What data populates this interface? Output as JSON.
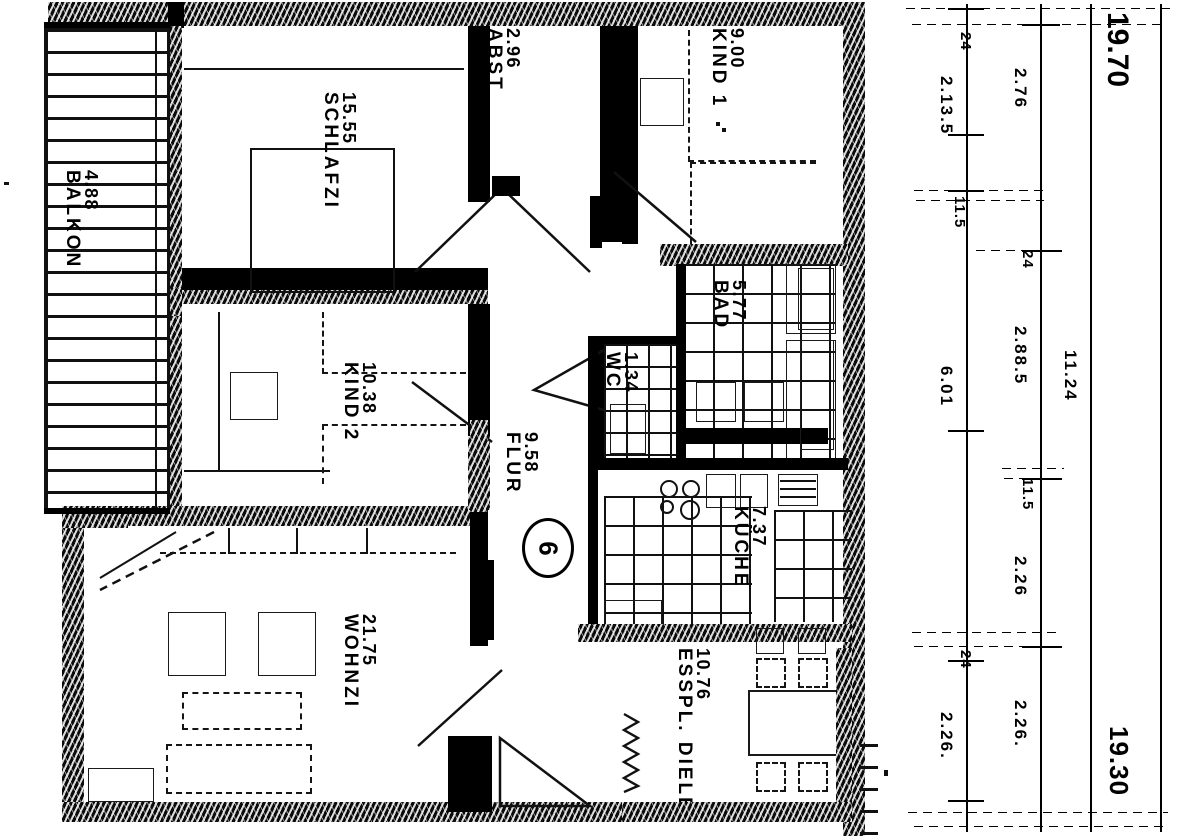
{
  "document": {
    "type": "architectural-floor-plan",
    "language": "de",
    "unit_note": "m²",
    "apartment_number": "6"
  },
  "rooms": [
    {
      "id": "balkon",
      "name": "BALKON",
      "area": "4.88"
    },
    {
      "id": "schlafzi",
      "name": "SCHLAFZI",
      "area": "15.55"
    },
    {
      "id": "abst",
      "name": "ABST",
      "area": "2.96"
    },
    {
      "id": "kind1",
      "name": "KIND 1",
      "area": "9.00"
    },
    {
      "id": "kind2",
      "name": "KIND 2",
      "area": "10.38"
    },
    {
      "id": "bad",
      "name": "BAD",
      "area": "5.77"
    },
    {
      "id": "wc",
      "name": "WC",
      "area": "1.34"
    },
    {
      "id": "flur",
      "name": "FLUR",
      "area": "9.58"
    },
    {
      "id": "kueche",
      "name": "KÜCHE",
      "area": "7.37"
    },
    {
      "id": "wohnzi",
      "name": "WOHNZI",
      "area": "21.75"
    },
    {
      "id": "esspl",
      "name": "ESSPL. DIELE",
      "area": "10.76"
    }
  ],
  "dimensions": {
    "overall_top": "19.70",
    "overall_bottom": "19.30",
    "chain_outer": [
      "2.13.5",
      "6.01",
      "2.26."
    ],
    "chain_middle": [
      "2.76",
      "2.88.5",
      "2.26",
      "2.26."
    ],
    "chain_inner": [
      "11.24"
    ],
    "ticks": [
      "24",
      "11.5",
      "24",
      "11.5",
      "24"
    ],
    "labels": {
      "t_24_a": "24",
      "t_2135": "2.13.5",
      "t_276": "2.76",
      "t_115_a": "11.5",
      "t_24_b": "24",
      "t_288": "2.88.5",
      "t_601": "6.01",
      "t_1124": "11.24",
      "t_115_b": "11.5",
      "t_226_a": "2.26",
      "t_24_c": "24",
      "t_226_b": "2.26.",
      "t_226_c": "2.26.",
      "t_1970": "19.70",
      "t_1930": "19.30"
    }
  },
  "marker": {
    "apartment_circle": "6"
  }
}
